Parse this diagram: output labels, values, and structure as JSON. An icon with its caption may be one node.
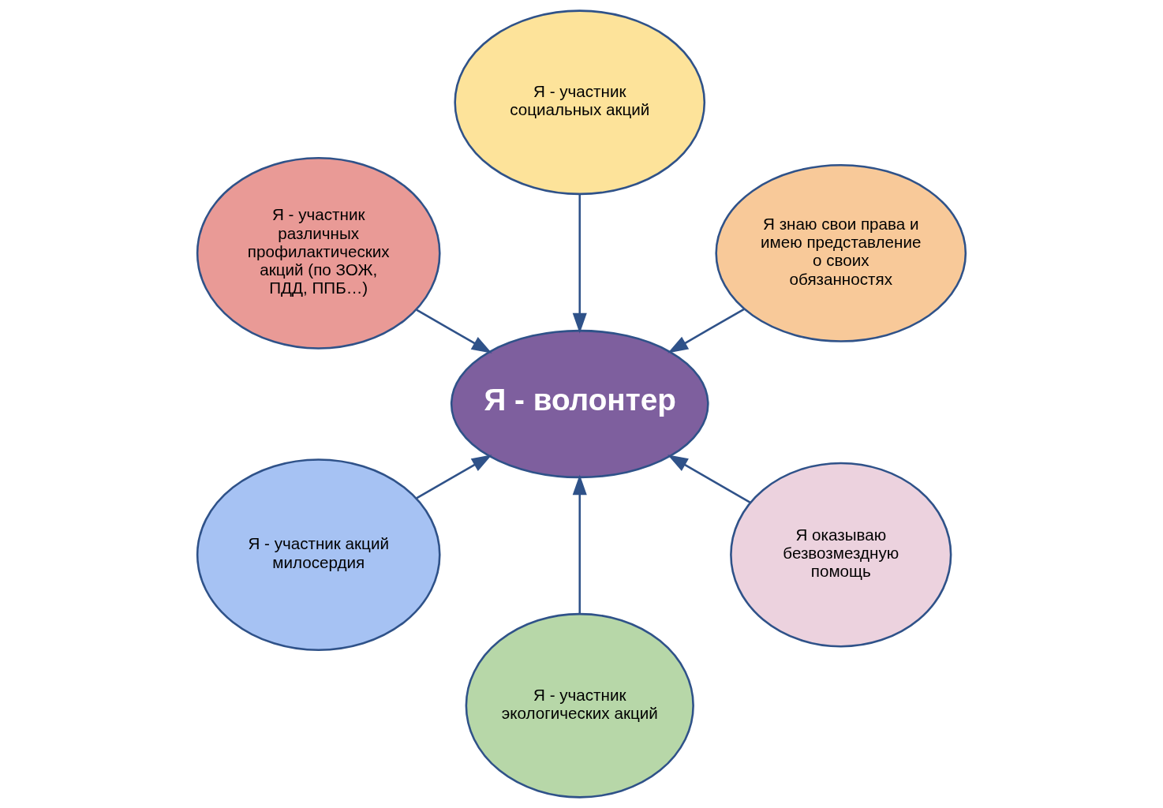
{
  "diagram": {
    "nodes": [
      {
        "text": [
          "Я - участник социальных акций"
        ]
      },
      {
        "text": [
          "Я знаю свои права и имею представление о своих обязанностях"
        ]
      },
      {
        "text": [
          "Я - участник различных профилактических акций (по ЗОЖ, ПДД, ППБ…)"
        ]
      },
      {
        "text": [
          "Я - волонтер"
        ]
      },
      {
        "text": [
          "Я оказываю безвозмездную помощь"
        ]
      },
      {
        "text": [
          "Я - участник акций милосердия"
        ]
      },
      {
        "text": [
          "Я - участник экологических акций"
        ]
      }
    ],
    "edges": [
      {
        "from": 0,
        "to": 3,
        "arrow": "to"
      },
      {
        "from": 1,
        "to": 3,
        "arrow": "to"
      },
      {
        "from": 4,
        "to": 3,
        "arrow": "to"
      },
      {
        "from": 6,
        "to": 3,
        "arrow": "to"
      },
      {
        "from": 5,
        "to": 3,
        "arrow": "to"
      },
      {
        "from": 2,
        "to": 3,
        "arrow": "to"
      }
    ]
  }
}
